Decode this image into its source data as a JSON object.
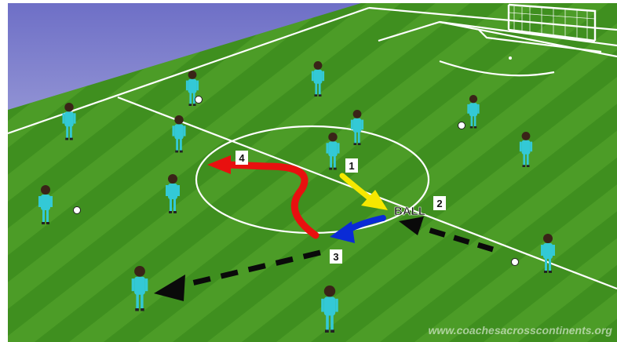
{
  "diagram": {
    "ball_label": "BALL",
    "step_labels": [
      "1",
      "2",
      "3",
      "4"
    ],
    "watermark": "www.coachesacrosscontinents.org"
  },
  "colors": {
    "grass_dark": "#3f8f1f",
    "grass_light": "#57a82d",
    "line": "#ffffff",
    "player": "#33c9d6",
    "skin": "#3a2418",
    "arrow_yellow": "#f6e800",
    "arrow_red": "#e8100f",
    "arrow_blue": "#0a2bd6",
    "arrow_black": "#0a0a0a",
    "sky_top": "#6d6ec6",
    "sky_bottom": "#d9dcf0"
  }
}
